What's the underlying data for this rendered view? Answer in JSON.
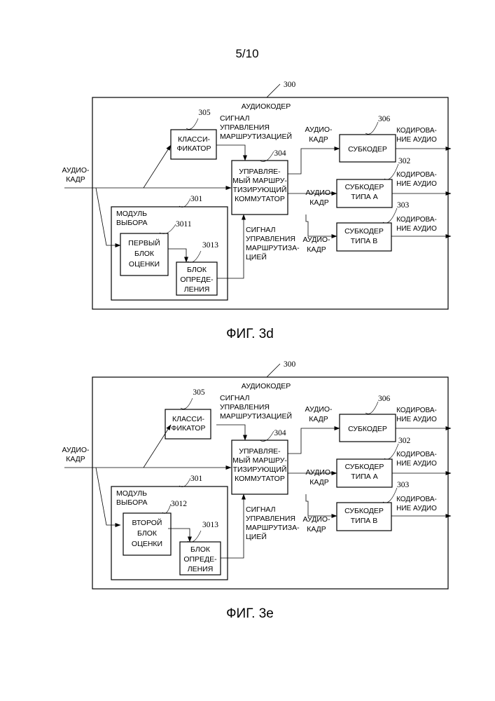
{
  "page_number": "5/10",
  "figures": [
    {
      "caption": "ФИГ. 3d",
      "ref_main": "300",
      "title": "АУДИОКОДЕР",
      "input_label": [
        "АУДИО-",
        "КАДР"
      ],
      "classifier": {
        "ref": "305",
        "label": [
          "КЛАССИ-",
          "ФИКАТОР"
        ]
      },
      "routing_signal_top": [
        "СИГНАЛ",
        "УПРАВЛЕНИЯ",
        "МАРШРУТИЗАЦИЕЙ"
      ],
      "switch": {
        "ref": "304",
        "label": [
          "УПРАВЛЯЕ-",
          "МЫЙ МАРШРУ-",
          "ТИЗИРУЮЩИЙ",
          "КОММУТАТОР"
        ]
      },
      "selection_module": {
        "ref": "301",
        "label": [
          "МОДУЛЬ",
          "ВЫБОРА"
        ]
      },
      "estimator": {
        "ref": "3011",
        "label": [
          "ПЕРВЫЙ",
          "БЛОК",
          "ОЦЕНКИ"
        ]
      },
      "decision": {
        "ref": "3013",
        "label": [
          "БЛОК",
          "ОПРЕДЕ-",
          "ЛЕНИЯ"
        ]
      },
      "routing_signal_bottom": [
        "СИГНАЛ",
        "УПРАВЛЕНИЯ",
        "МАРШРУТИЗА-",
        "ЦИЕЙ"
      ],
      "encoders": [
        {
          "ref": "306",
          "label": [
            "СУБКОДЕР"
          ],
          "in_label": [
            "АУДИО-",
            "КАДР"
          ],
          "out_label": [
            "КОДИРОВА-",
            "НИЕ АУДИО"
          ]
        },
        {
          "ref": "302",
          "label": [
            "СУБКОДЕР",
            "ТИПА A"
          ],
          "in_label": [
            "АУДИО-",
            "КАДР"
          ],
          "out_label": [
            "КОДИРОВА-",
            "НИЕ АУДИО"
          ]
        },
        {
          "ref": "303",
          "label": [
            "СУБКОДЕР",
            "ТИПА B"
          ],
          "in_label": [
            "АУДИО-",
            "КАДР"
          ],
          "out_label": [
            "КОДИРОВА-",
            "НИЕ АУДИО"
          ]
        }
      ]
    },
    {
      "caption": "ФИГ. 3e",
      "ref_main": "300",
      "title": "АУДИОКОДЕР",
      "input_label": [
        "АУДИО-",
        "КАДР"
      ],
      "classifier": {
        "ref": "305",
        "label": [
          "КЛАССИ-",
          "ФИКАТОР"
        ]
      },
      "routing_signal_top": [
        "СИГНАЛ",
        "УПРАВЛЕНИЯ",
        "МАРШРУТИЗАЦИЕЙ"
      ],
      "switch": {
        "ref": "304",
        "label": [
          "УПРАВЛЯЕ-",
          "МЫЙ МАРШРУ-",
          "ТИЗИРУЮЩИЙ",
          "КОММУТАТОР"
        ]
      },
      "selection_module": {
        "ref": "301",
        "label": [
          "МОДУЛЬ",
          "ВЫБОРА"
        ]
      },
      "estimator": {
        "ref": "3012",
        "label": [
          "ВТОРОЙ",
          "БЛОК",
          "ОЦЕНКИ"
        ]
      },
      "decision": {
        "ref": "3013",
        "label": [
          "БЛОК",
          "ОПРЕДЕ-",
          "ЛЕНИЯ"
        ]
      },
      "routing_signal_bottom": [
        "СИГНАЛ",
        "УПРАВЛЕНИЯ",
        "МАРШРУТИЗА-",
        "ЦИЕЙ"
      ],
      "encoders": [
        {
          "ref": "306",
          "label": [
            "СУБКОДЕР"
          ],
          "in_label": [
            "АУДИО-",
            "КАДР"
          ],
          "out_label": [
            "КОДИРОВА-",
            "НИЕ АУДИО"
          ]
        },
        {
          "ref": "302",
          "label": [
            "СУБКОДЕР",
            "ТИПА A"
          ],
          "in_label": [
            "АУДИО-",
            "КАДР"
          ],
          "out_label": [
            "КОДИРОВА-",
            "НИЕ АУДИО"
          ]
        },
        {
          "ref": "303",
          "label": [
            "СУБКОДЕР",
            "ТИПА B"
          ],
          "in_label": [
            "АУДИО-",
            "КАДР"
          ],
          "out_label": [
            "КОДИРОВА-",
            "НИЕ АУДИО"
          ]
        }
      ]
    }
  ]
}
